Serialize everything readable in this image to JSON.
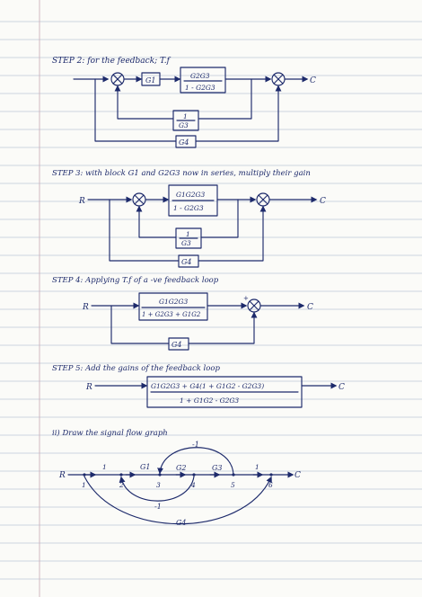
{
  "step2": {
    "heading": "STEP 2: for the feedback; T.f",
    "block_g1": "G1",
    "fraction_num": "G2G3",
    "fraction_den": "1 - G2G3",
    "feedback_num": "1",
    "feedback_den": "G3",
    "feedback_outer": "G4",
    "output": "C"
  },
  "step3": {
    "heading": "STEP 3: with block G1 and G2G3 now in series, multiply their gain",
    "input": "R",
    "fraction_num": "G1G2G3",
    "fraction_den": "1 - G2G3",
    "feedback_num": "1",
    "feedback_den": "G3",
    "feedback_outer": "G4",
    "output": "C"
  },
  "step4": {
    "heading": "STEP 4: Applying T.f of a -ve feedback loop",
    "input": "R",
    "fraction_num": "G1G2G3",
    "fraction_den": "1 + G2G3 + G1G2",
    "sign": "+",
    "feedback_outer": "G4",
    "output": "C"
  },
  "step5": {
    "heading": "STEP 5: Add the gains of the feedback loop",
    "input": "R",
    "fraction_num": "G1G2G3 + G4(1 + G1G2 - G2G3)",
    "fraction_den": "1 + G1G2 - G2G3",
    "output": "C"
  },
  "signal_flow": {
    "heading": "ii) Draw the signal flow graph",
    "input": "R",
    "output": "C",
    "nodes": [
      "1",
      "2",
      "3",
      "4",
      "5",
      "6"
    ],
    "branch_unity_left": "1",
    "branch_unity_right": "1",
    "gain_g1": "G1",
    "gain_g2": "G2",
    "gain_g3": "G3",
    "gain_top": "-1",
    "gain_bottom_inner": "-1",
    "gain_bottom_outer": "G4"
  }
}
